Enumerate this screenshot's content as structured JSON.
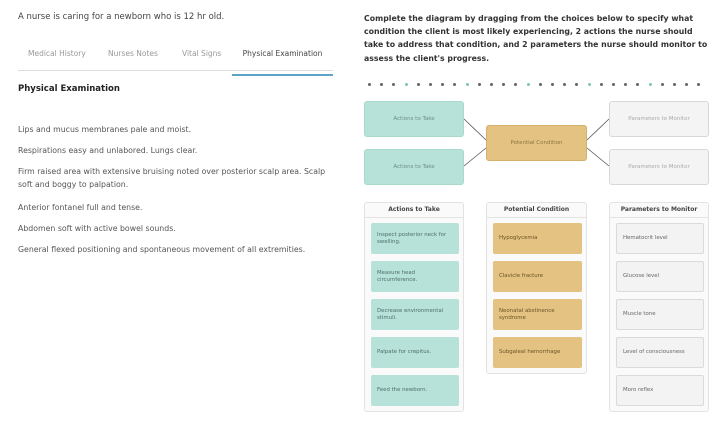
{
  "scenario": "A nurse is caring for a newborn who is 12 hr old.",
  "tabs": [
    "Medical History",
    "Nurses Notes",
    "Vital Signs",
    "Physical Examination"
  ],
  "exam": {
    "title": "Physical Examination",
    "findings": [
      "Lips and mucus membranes pale and moist.",
      "Respirations easy and unlabored. Lungs clear.",
      "Firm raised area with extensive bruising noted over posterior scalp area. Scalp soft and boggy to palpation.",
      "Anterior fontanel full and tense.",
      "Abdomen soft with active bowel sounds.",
      "General flexed positioning and spontaneous movement of all extremities."
    ]
  },
  "instructions": "Complete the diagram by dragging from the choices below to specify what condition the client is most likely experiencing, 2 actions the nurse should take to address that condition, and 2 parameters the nurse should monitor to assess the client's progress.",
  "colors": {
    "action": "#b7e2d9",
    "condition": "#e3c282",
    "parameter": "#f4f4f4",
    "accent": "#5aa5c7"
  },
  "diagram": {
    "action_slots": [
      "Actions to Take",
      "Actions to Take"
    ],
    "condition_slot": "Potential Condition",
    "parameter_slots": [
      "Parameters to Monitor",
      "Parameters to Monitor"
    ]
  },
  "choices": {
    "actions": {
      "title": "Actions to Take",
      "items": [
        "Inspect posterior neck for swelling.",
        "Measure head circumference.",
        "Decrease environmental stimuli.",
        "Palpate for crepitus.",
        "Feed the newborn."
      ]
    },
    "conditions": {
      "title": "Potential Condition",
      "items": [
        "Hypoglycemia",
        "Clavicle fracture",
        "Neonatal abstinence syndrome",
        "Subgaleal hemorrhage"
      ]
    },
    "parameters": {
      "title": "Parameters to Monitor",
      "items": [
        "Hematocrit level",
        "Glucose level",
        "Muscle tone",
        "Level of consciousness",
        "Moro reflex"
      ]
    }
  }
}
